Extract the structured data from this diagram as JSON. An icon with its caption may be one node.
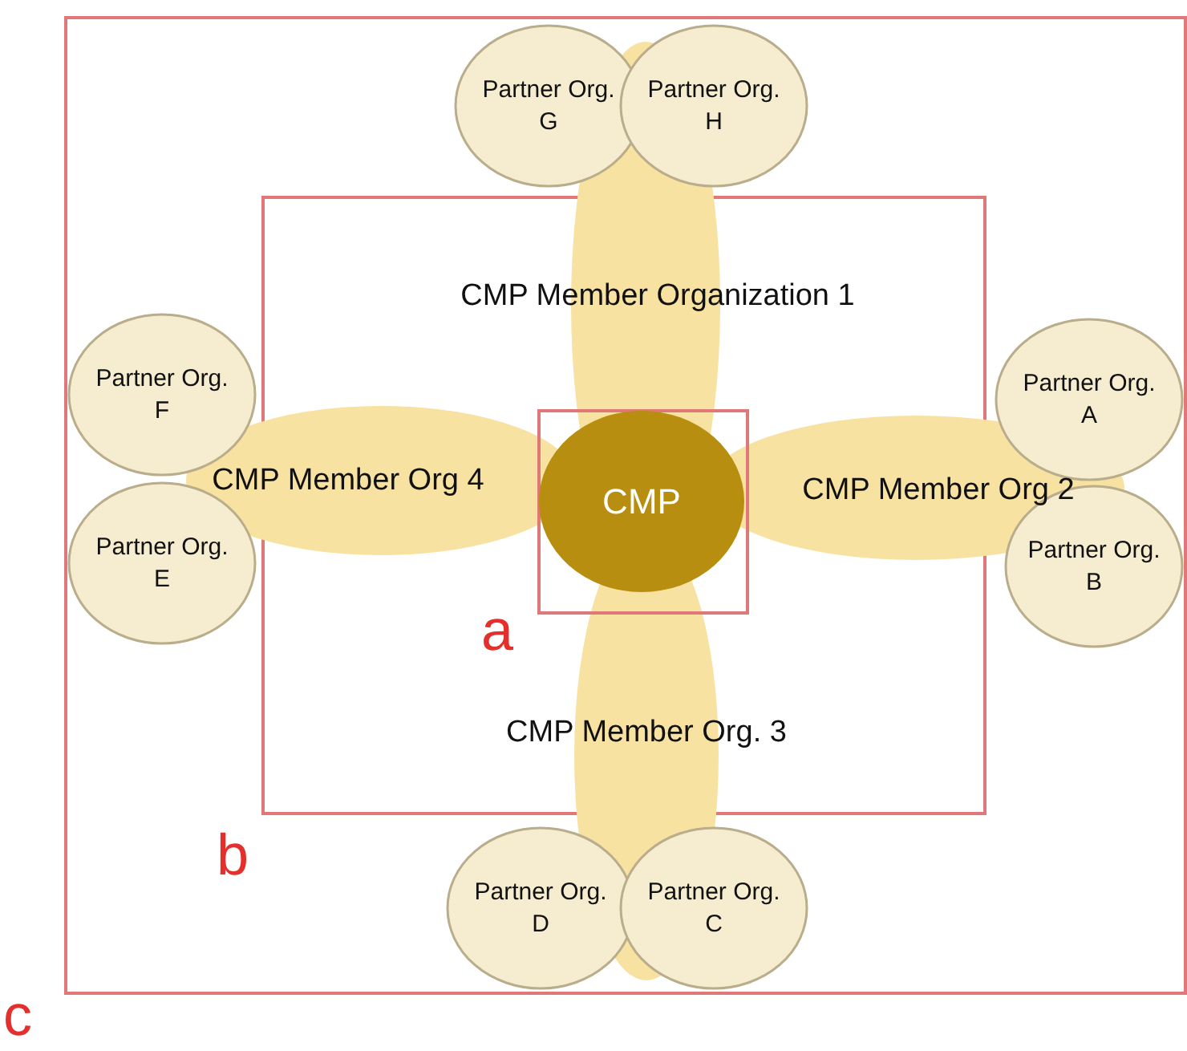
{
  "diagram": {
    "nodes": [
      {
        "text": [],
        "shape": "box",
        "beside": [
          "c"
        ]
      },
      {
        "text": [
          "Partner Org. G"
        ],
        "in": 0
      },
      {
        "text": [
          "Partner Org. H"
        ],
        "in": 0
      },
      {
        "text": [],
        "shape": "box",
        "in": 0,
        "beside": [
          "b"
        ]
      },
      {
        "text": [
          "CMP Member Organization 1"
        ],
        "in": 0
      },
      {
        "text": [
          "Partner Org. F"
        ],
        "in": 0
      },
      {
        "text": [
          "Partner Org. A"
        ],
        "in": 0
      },
      {
        "text": [
          "CMP Member Org 4"
        ],
        "in": 0
      },
      {
        "text": [],
        "shape": "box",
        "in": 3,
        "beside": [
          "a"
        ]
      },
      {
        "text": [
          "CMP"
        ],
        "in": 8
      },
      {
        "text": [
          "CMP Member Org 2"
        ],
        "in": 0
      },
      {
        "text": [
          "Partner Org. E"
        ],
        "in": 0
      },
      {
        "text": [
          "Partner Org. B"
        ],
        "in": 0
      },
      {
        "text": [
          "CMP Member Org. 3"
        ],
        "in": 0
      },
      {
        "text": [
          "Partner Org. D"
        ],
        "in": 0
      },
      {
        "text": [
          "Partner Org. C"
        ],
        "in": 0
      }
    ]
  }
}
